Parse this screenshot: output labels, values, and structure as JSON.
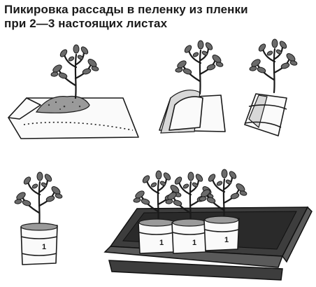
{
  "title": {
    "line1": "Пикировка рассады в пеленку  из пленки",
    "line2": "при 2—3 настоящих листах"
  },
  "pot_label": "1",
  "colors": {
    "ink": "#1a1a1a",
    "leaf": "#6b6b6b",
    "soil": "#9a9a9a",
    "tray": "#3d3d3d"
  }
}
